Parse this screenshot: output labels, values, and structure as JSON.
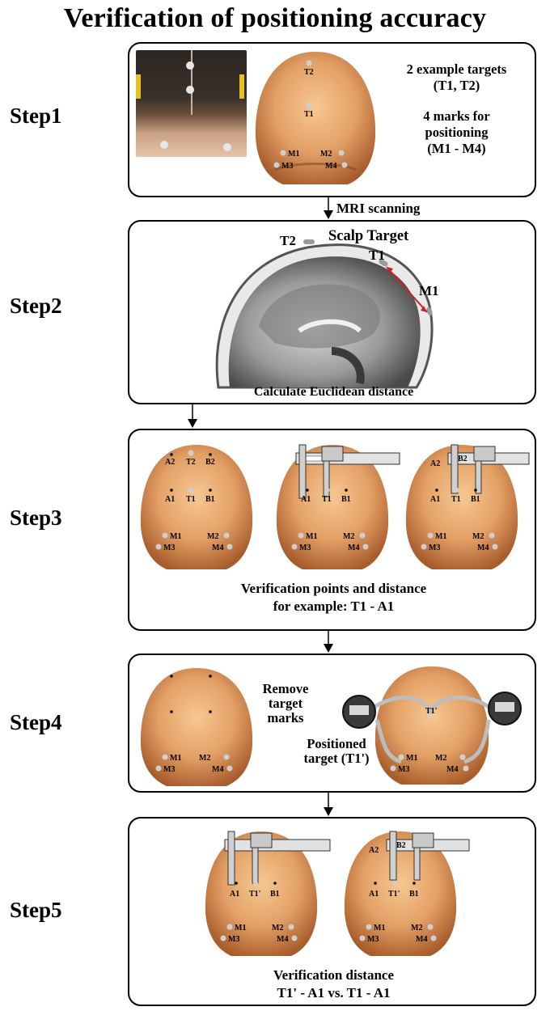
{
  "title": "Verification of positioning accuracy",
  "colors": {
    "skin_light": "#f3c08c",
    "skin_mid": "#d88d4f",
    "skin_dark": "#a45a2a",
    "marker": "#c9c9c9",
    "measure_line": "#d22020"
  },
  "steps": [
    {
      "label": "Step1",
      "texts": [
        "2 example targets",
        "(T1, T2)",
        "4 marks for",
        "positioning",
        "(M1 - M4)"
      ],
      "head_labels": [
        "T2",
        "T1",
        "M1",
        "M2",
        "M3",
        "M4"
      ]
    },
    {
      "label": "Step2",
      "connector": "MRI scanning",
      "header": "Scalp Target",
      "markers": [
        "T2",
        "T1",
        "M1"
      ],
      "caption": "Calculate Euclidean distance"
    },
    {
      "label": "Step3",
      "head_labels": [
        "A2",
        "T2",
        "B2",
        "A1",
        "T1",
        "B1",
        "M1",
        "M2",
        "M3",
        "M4"
      ],
      "caption": [
        "Verification points and distance",
        "for example: T1 - A1"
      ]
    },
    {
      "label": "Step4",
      "remove_text": [
        "Remove",
        "target",
        "marks"
      ],
      "positioned_text": [
        "Positioned",
        "target (T1')"
      ],
      "head_labels": [
        "T1'",
        "M1",
        "M2",
        "M3",
        "M4"
      ]
    },
    {
      "label": "Step5",
      "head_labels": [
        "A1",
        "T1'",
        "B1",
        "A2",
        "B2",
        "M1",
        "M2",
        "M3",
        "M4"
      ],
      "caption": [
        "Verification distance",
        "T1' - A1 vs. T1 - A1"
      ]
    }
  ]
}
